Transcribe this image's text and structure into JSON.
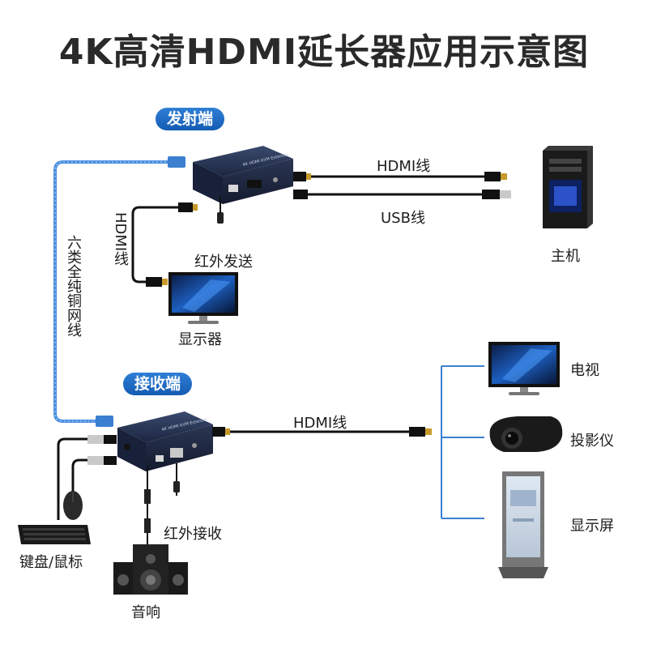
{
  "title": "4K高清HDMI延长器应用示意图",
  "sections": {
    "transmitter": "发射端",
    "receiver": "接收端"
  },
  "labels": {
    "hdmi_cable_top": "HDMI线",
    "usb_cable": "USB线",
    "host": "主机",
    "hdmi_cable_vertical": "HDMI线",
    "ir_send": "红外发送",
    "monitor_local": "显示器",
    "network_cable": "六类全纯铜网线",
    "hdmi_cable_receiver": "HDMI线",
    "tv": "电视",
    "projector": "投影仪",
    "display_screen": "显示屏",
    "ir_receive": "红外接收",
    "keyboard_mouse": "键盘/鼠标",
    "speaker": "音响"
  },
  "device_text": {
    "extender_brand": "4K HDMI KVM Extender"
  },
  "colors": {
    "accent_blue": "#1a62c0",
    "network_cable": "#4a8fe0",
    "device_body": "#1f2a44",
    "cable_black": "#111111"
  }
}
